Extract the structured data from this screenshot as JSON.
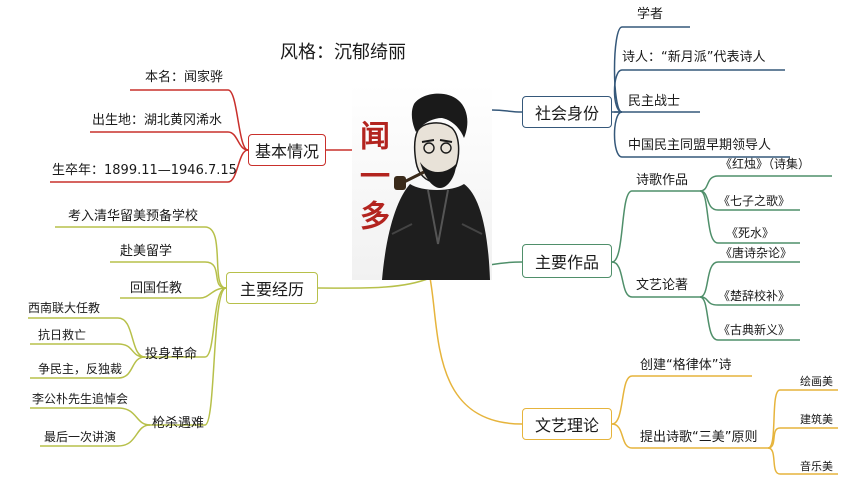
{
  "style_caption": "风格：沉郁绮丽",
  "center": {
    "portrait_text": "闻一多",
    "colors": {
      "ink": "#1a1a1a",
      "red": "#b3241f"
    }
  },
  "branches": {
    "basic": {
      "label": "基本情况",
      "color": "#c9302c",
      "items": [
        "本名：闻家骅",
        "出生地：湖北黄冈浠水",
        "生卒年：1899.11—1946.7.15"
      ]
    },
    "experience": {
      "label": "主要经历",
      "color": "#b7c04a",
      "items": {
        "exam": "考入清华留美预备学校",
        "abroad": "赴美留学",
        "return": "回国任教",
        "revolution": {
          "label": "投身革命",
          "children": [
            "西南联大任教",
            "抗日救亡",
            "争民主，反独裁"
          ]
        },
        "killed": {
          "label": "枪杀遇难",
          "children": [
            "李公朴先生追悼会",
            "最后一次讲演"
          ]
        }
      }
    },
    "identity": {
      "label": "社会身份",
      "color": "#35587a",
      "items": [
        "学者",
        "诗人：“新月派”代表诗人",
        "民主战士",
        "中国民主同盟早期领导人"
      ]
    },
    "works": {
      "label": "主要作品",
      "color": "#4f8f6a",
      "poetry": {
        "label": "诗歌作品",
        "children": [
          "《红烛》（诗集）",
          "《七子之歌》",
          "《死水》"
        ]
      },
      "essays": {
        "label": "文艺论著",
        "children": [
          "《唐诗杂论》",
          "《楚辞校补》",
          "《古典新义》"
        ]
      }
    },
    "theory": {
      "label": "文艺理论",
      "color": "#e6b43c",
      "items": {
        "gelu": "创建“格律体”诗",
        "sanmei": {
          "label": "提出诗歌“三美”原则",
          "children": [
            "绘画美",
            "建筑美",
            "音乐美"
          ]
        }
      }
    }
  }
}
